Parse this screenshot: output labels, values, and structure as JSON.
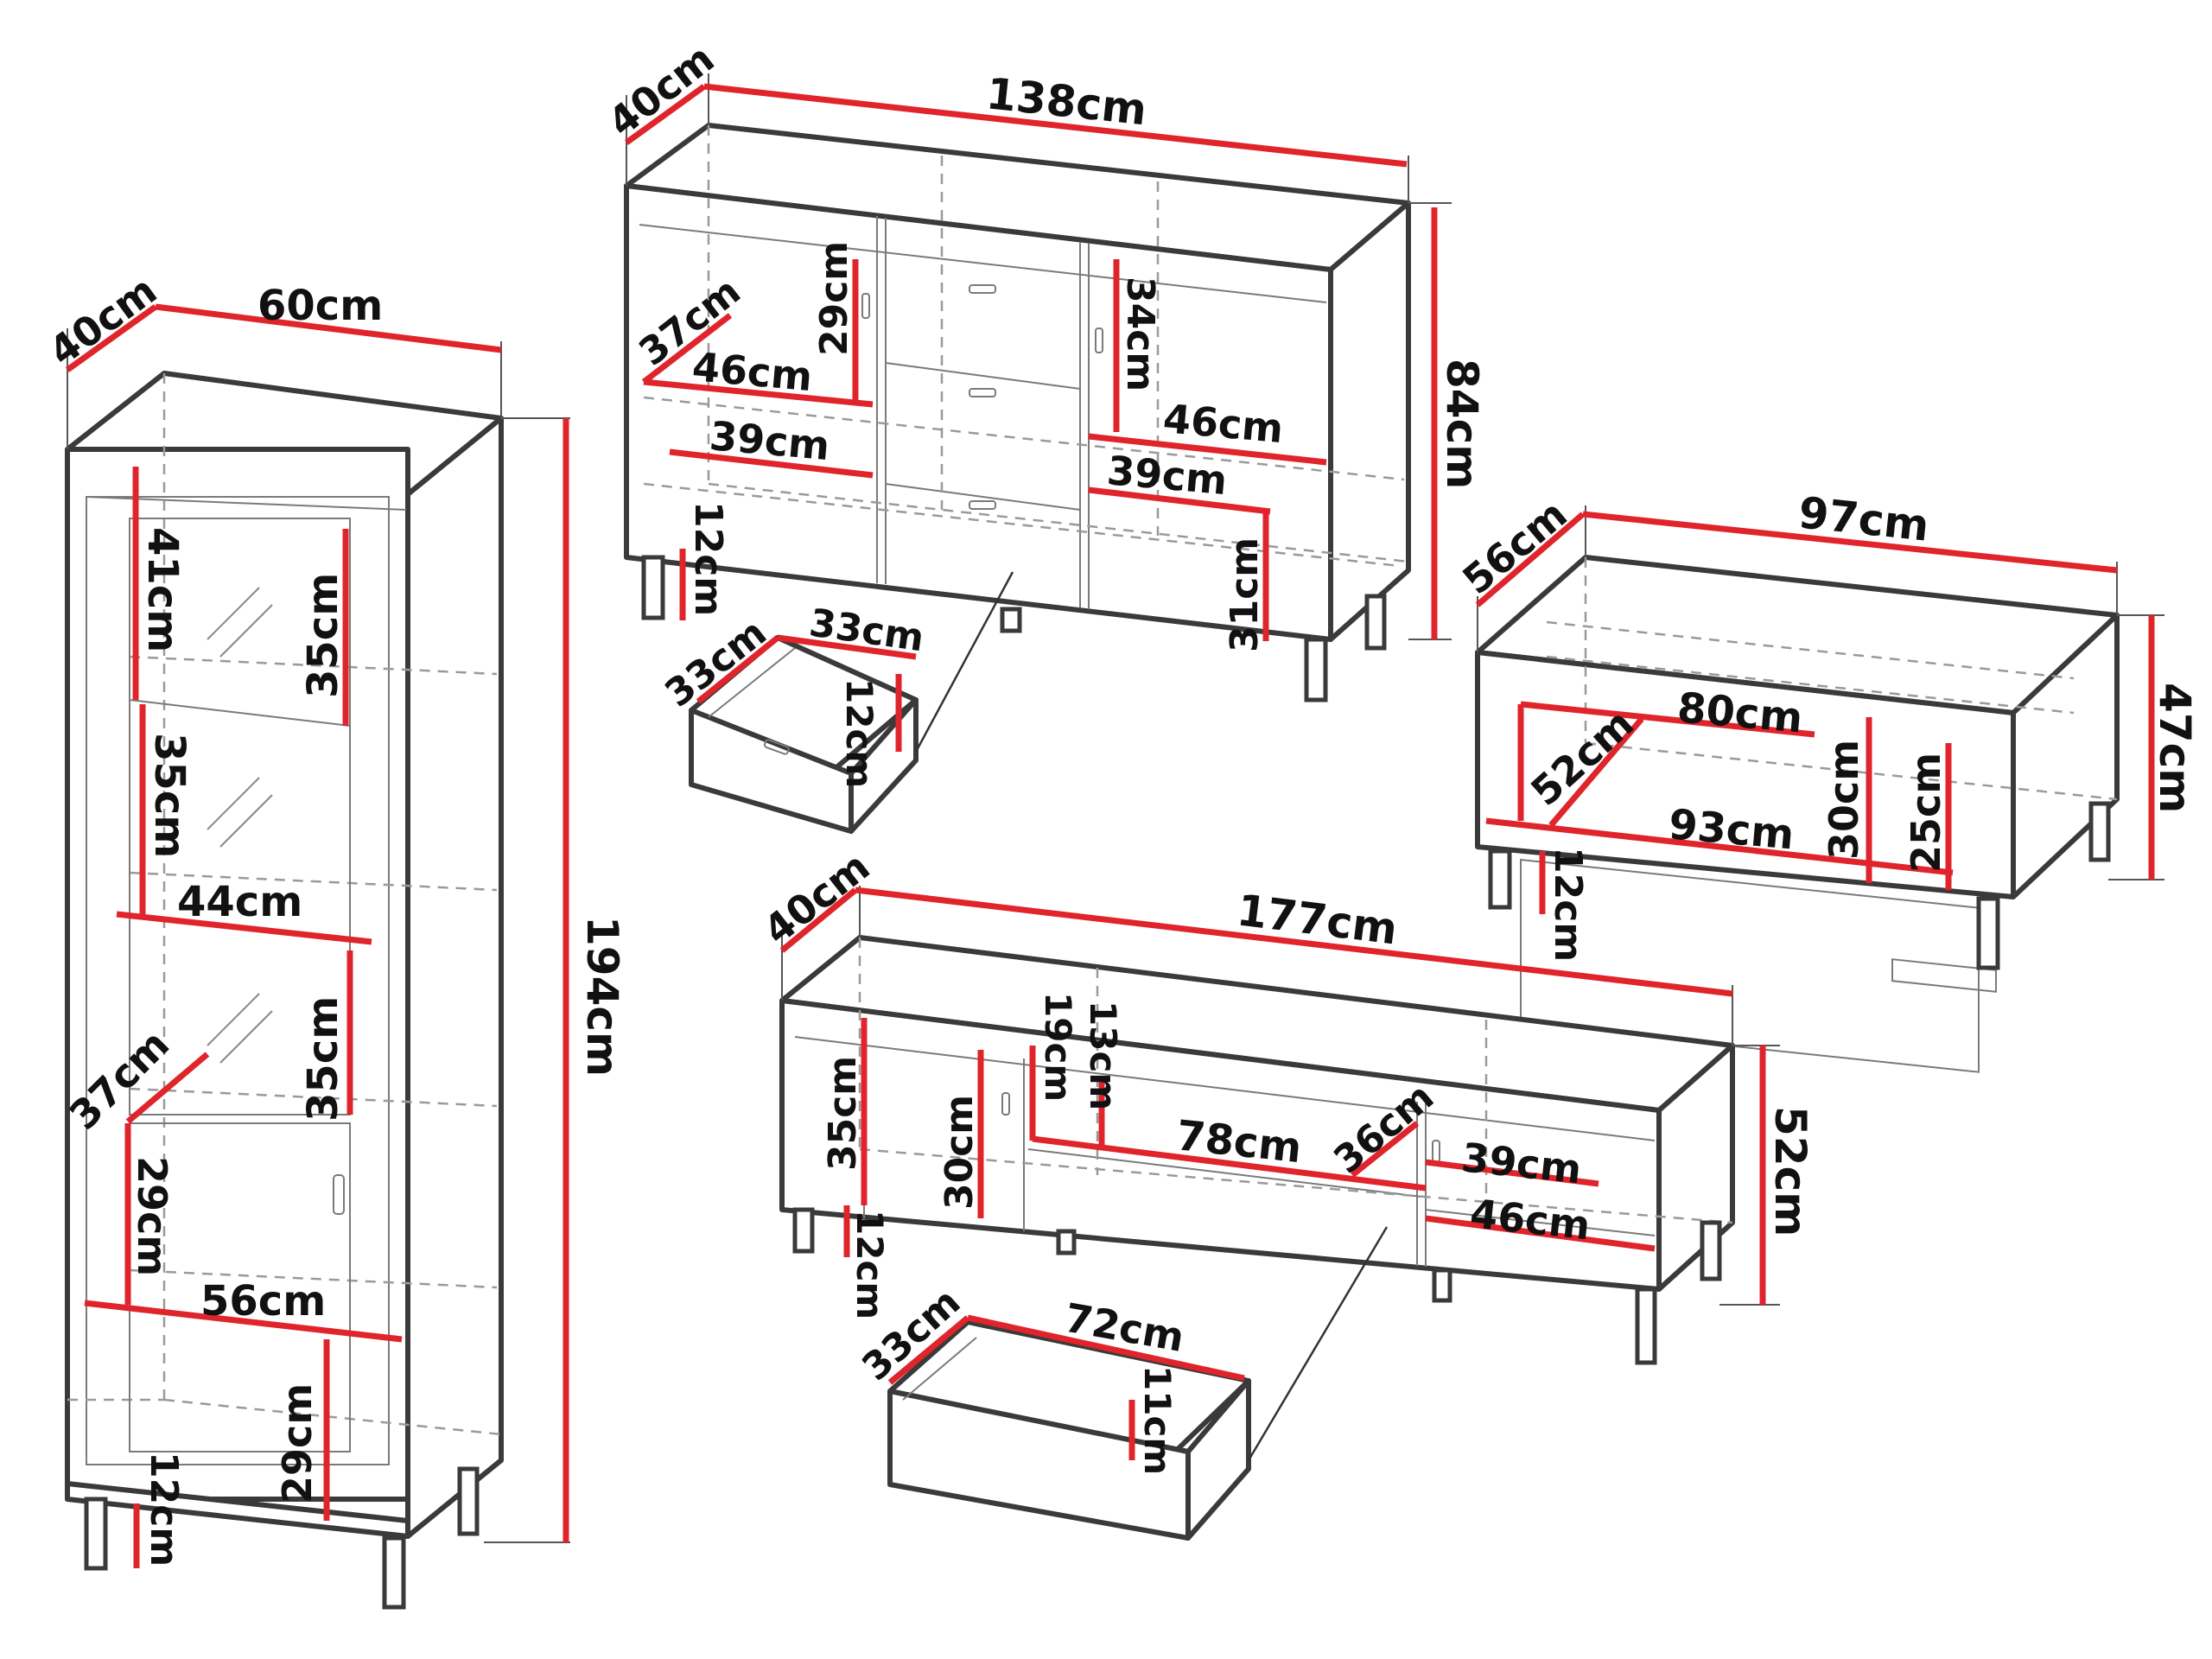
{
  "labels": {
    "tall_depth": "40cm",
    "tall_width": "60cm",
    "tall_height": "194cm",
    "tall_41": "41cm",
    "tall_35a": "35cm",
    "tall_35b": "35cm",
    "tall_44": "44cm",
    "tall_35c": "35cm",
    "tall_37": "37cm",
    "tall_29a": "29cm",
    "tall_56": "56cm",
    "tall_29b": "29cm",
    "tall_12": "12cm",
    "sb_depth": "40cm",
    "sb_width": "138cm",
    "sb_height": "84cm",
    "sb_37": "37cm",
    "sb_29": "29cm",
    "sb_46a": "46cm",
    "sb_39a": "39cm",
    "sb_34": "34cm",
    "sb_46b": "46cm",
    "sb_39b": "39cm",
    "sb_31": "31cm",
    "sb_12": "12cm",
    "sb_drawer_33a": "33cm",
    "sb_drawer_33b": "33cm",
    "sb_drawer_12": "12cm",
    "ct_depth": "56cm",
    "ct_width": "97cm",
    "ct_height": "47cm",
    "ct_80": "80cm",
    "ct_52": "52cm",
    "ct_93": "93cm",
    "ct_30": "30cm",
    "ct_25": "25cm",
    "ct_12": "12cm",
    "tv_depth": "40cm",
    "tv_width": "177cm",
    "tv_height": "52cm",
    "tv_35": "35cm",
    "tv_30": "30cm",
    "tv_19": "19cm",
    "tv_13": "13cm",
    "tv_78": "78cm",
    "tv_36": "36cm",
    "tv_39": "39cm",
    "tv_46": "46cm",
    "tv_12": "12cm",
    "tv_drawer_33": "33cm",
    "tv_drawer_72": "72cm",
    "tv_drawer_11": "11cm"
  },
  "colors": {
    "dimension_line": "#e0242b",
    "outline": "#3a3a3a",
    "label_text": "#111111"
  }
}
